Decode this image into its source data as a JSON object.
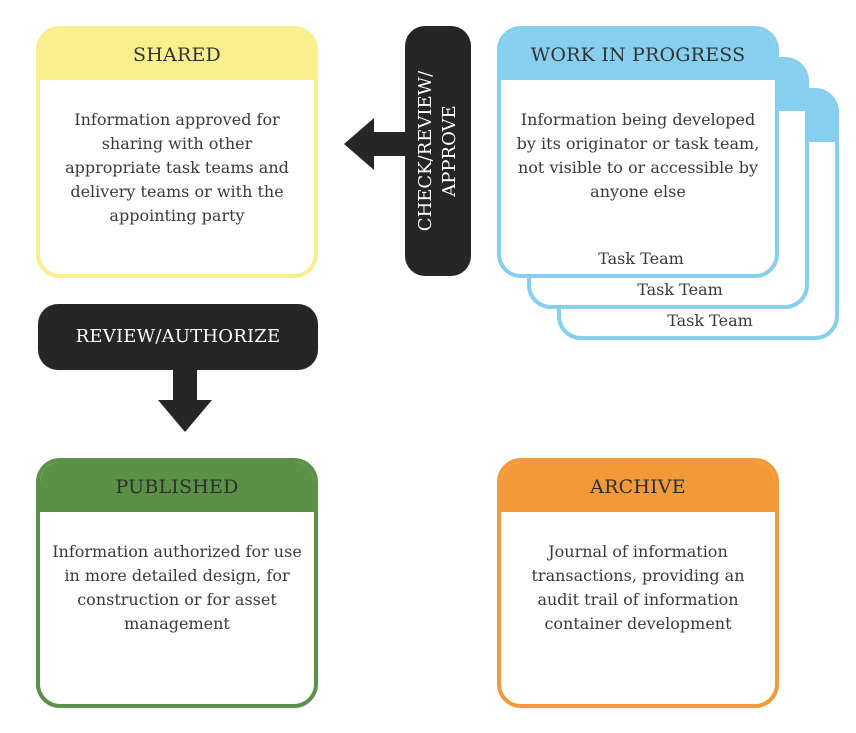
{
  "shared": {
    "title": "SHARED",
    "description": "Information approved for sharing with other appropriate task teams and delivery teams or with the appointing party"
  },
  "work_in_progress": {
    "title": "WORK IN PROGRESS",
    "description": "Information being developed by its originator or task team, not visible to or accessible by anyone else",
    "teams": [
      "Task Team",
      "Task Team",
      "Task Team"
    ]
  },
  "check_review_approve": {
    "line1": "CHECK/REVIEW/",
    "line2": "APPROVE"
  },
  "review_authorize": {
    "label": "REVIEW/AUTHORIZE"
  },
  "published": {
    "title": "PUBLISHED",
    "description": "Information authorized for use in more detailed design, for construction or for asset management"
  },
  "archive": {
    "title": "ARCHIVE",
    "description": "Journal of information transactions, providing an audit trail of information container development"
  },
  "colors": {
    "shared": "#f9ef8d",
    "work_in_progress": "#86cfee",
    "published": "#5b9147",
    "archive": "#f2993a",
    "process_box": "#262626"
  }
}
